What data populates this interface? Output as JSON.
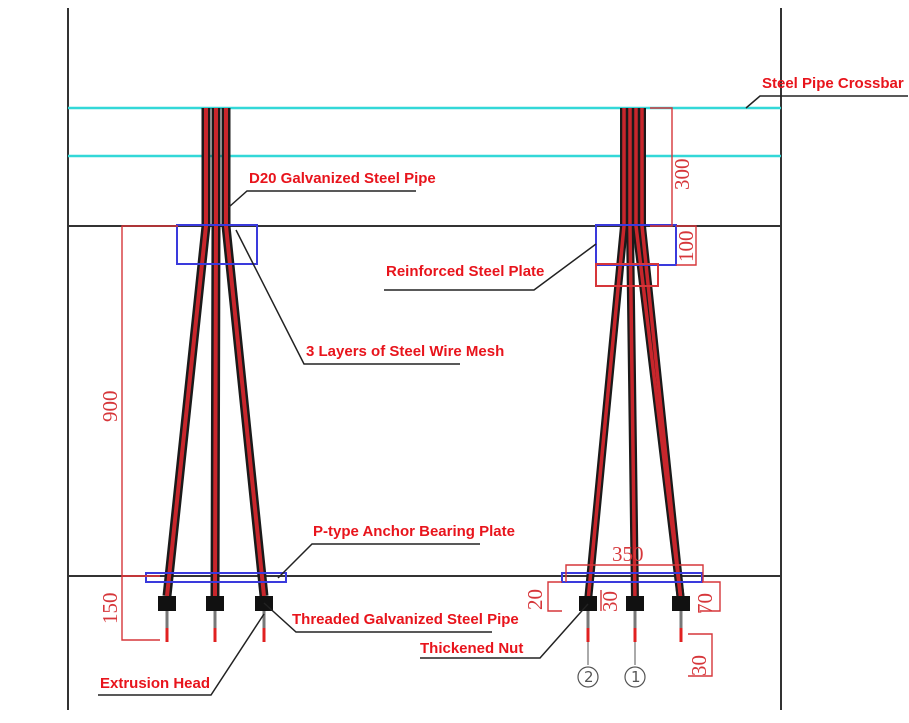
{
  "labels": {
    "crossbar": "Steel Pipe Crossbar",
    "d20_pipe": "D20 Galvanized Steel Pipe",
    "reinforced_plate": "Reinforced Steel Plate",
    "wire_mesh": "3 Layers of Steel Wire Mesh",
    "anchor_plate": "P-type Anchor Bearing Plate",
    "threaded_pipe": "Threaded Galvanized Steel Pipe",
    "thickened_nut": "Thickened Nut",
    "extrusion_head": "Extrusion Head"
  },
  "dimensions": {
    "d300": "300",
    "d100": "100",
    "d900": "900",
    "d350": "350",
    "d150": "150",
    "d20": "20",
    "d30a": "30",
    "d70": "70",
    "d30b": "30"
  },
  "markers": {
    "m2": "②",
    "m1": "①"
  },
  "colors": {
    "structure": "#333333",
    "pipe_fill": "#c8262c",
    "crossbar": "#33d8d8",
    "plate": "#3a3adc",
    "dimension": "#d6363a",
    "label": "#e8141c"
  }
}
